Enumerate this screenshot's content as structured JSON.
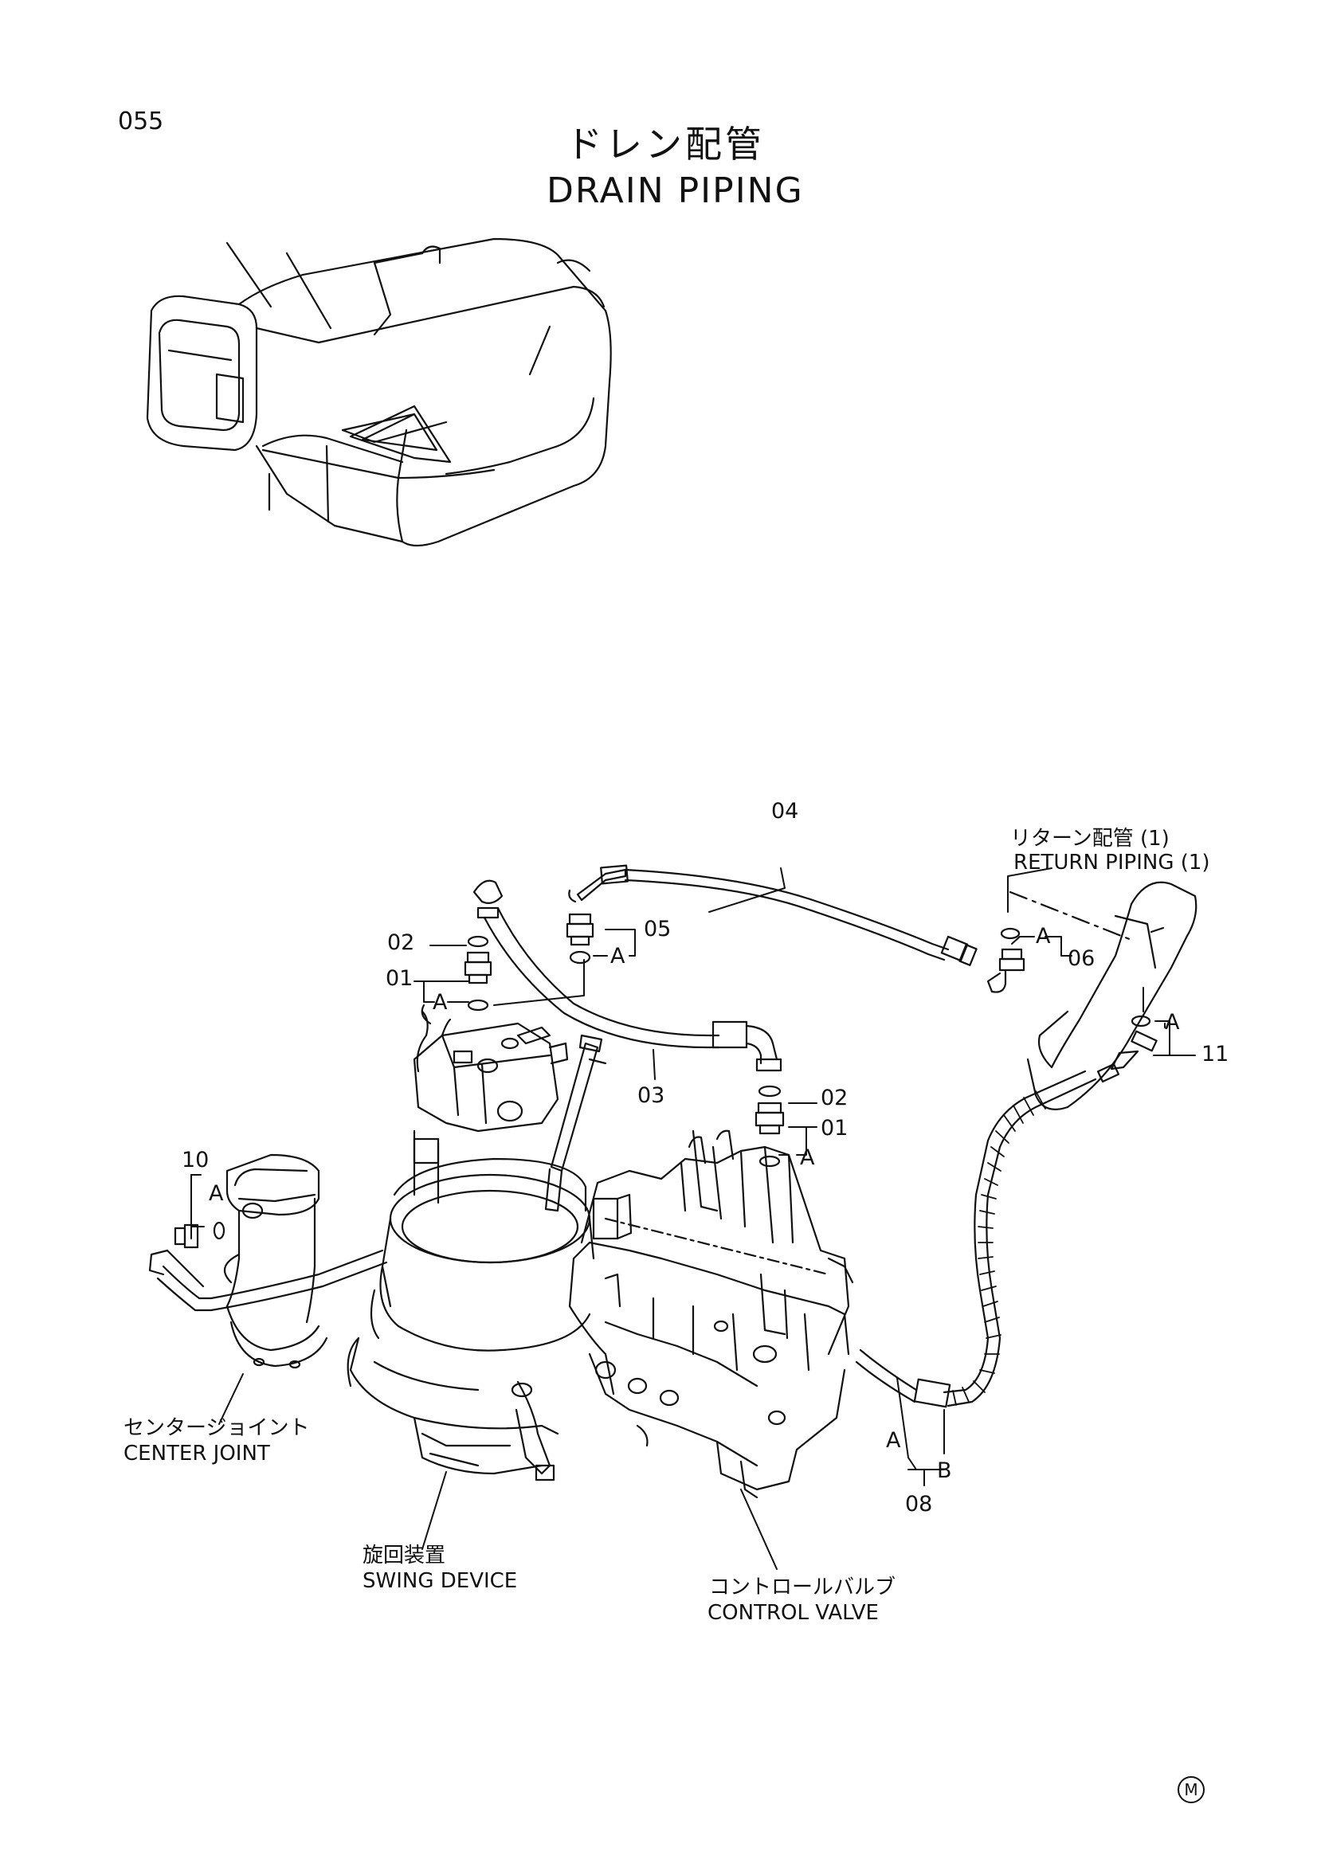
{
  "page_number": "055",
  "title": {
    "jp": "ドレン配管",
    "en": "DRAIN PIPING"
  },
  "callouts": [
    "01",
    "01",
    "02",
    "02",
    "03",
    "04",
    "05",
    "06",
    "08",
    "10",
    "11"
  ],
  "group_marks": [
    "A",
    "A",
    "A",
    "A",
    "A",
    "A",
    "A",
    "B"
  ],
  "component_labels": {
    "return_piping": {
      "jp": "リターン配管 (1)",
      "en": "RETURN PIPING (1)"
    },
    "center_joint": {
      "jp": "センタージョイント",
      "en": "CENTER JOINT"
    },
    "swing_device": {
      "jp": "旋回装置",
      "en": "SWING DEVICE"
    },
    "control_valve": {
      "jp": "コントロールバルブ",
      "en": "CONTROL VALVE"
    }
  },
  "corner_mark": "M"
}
